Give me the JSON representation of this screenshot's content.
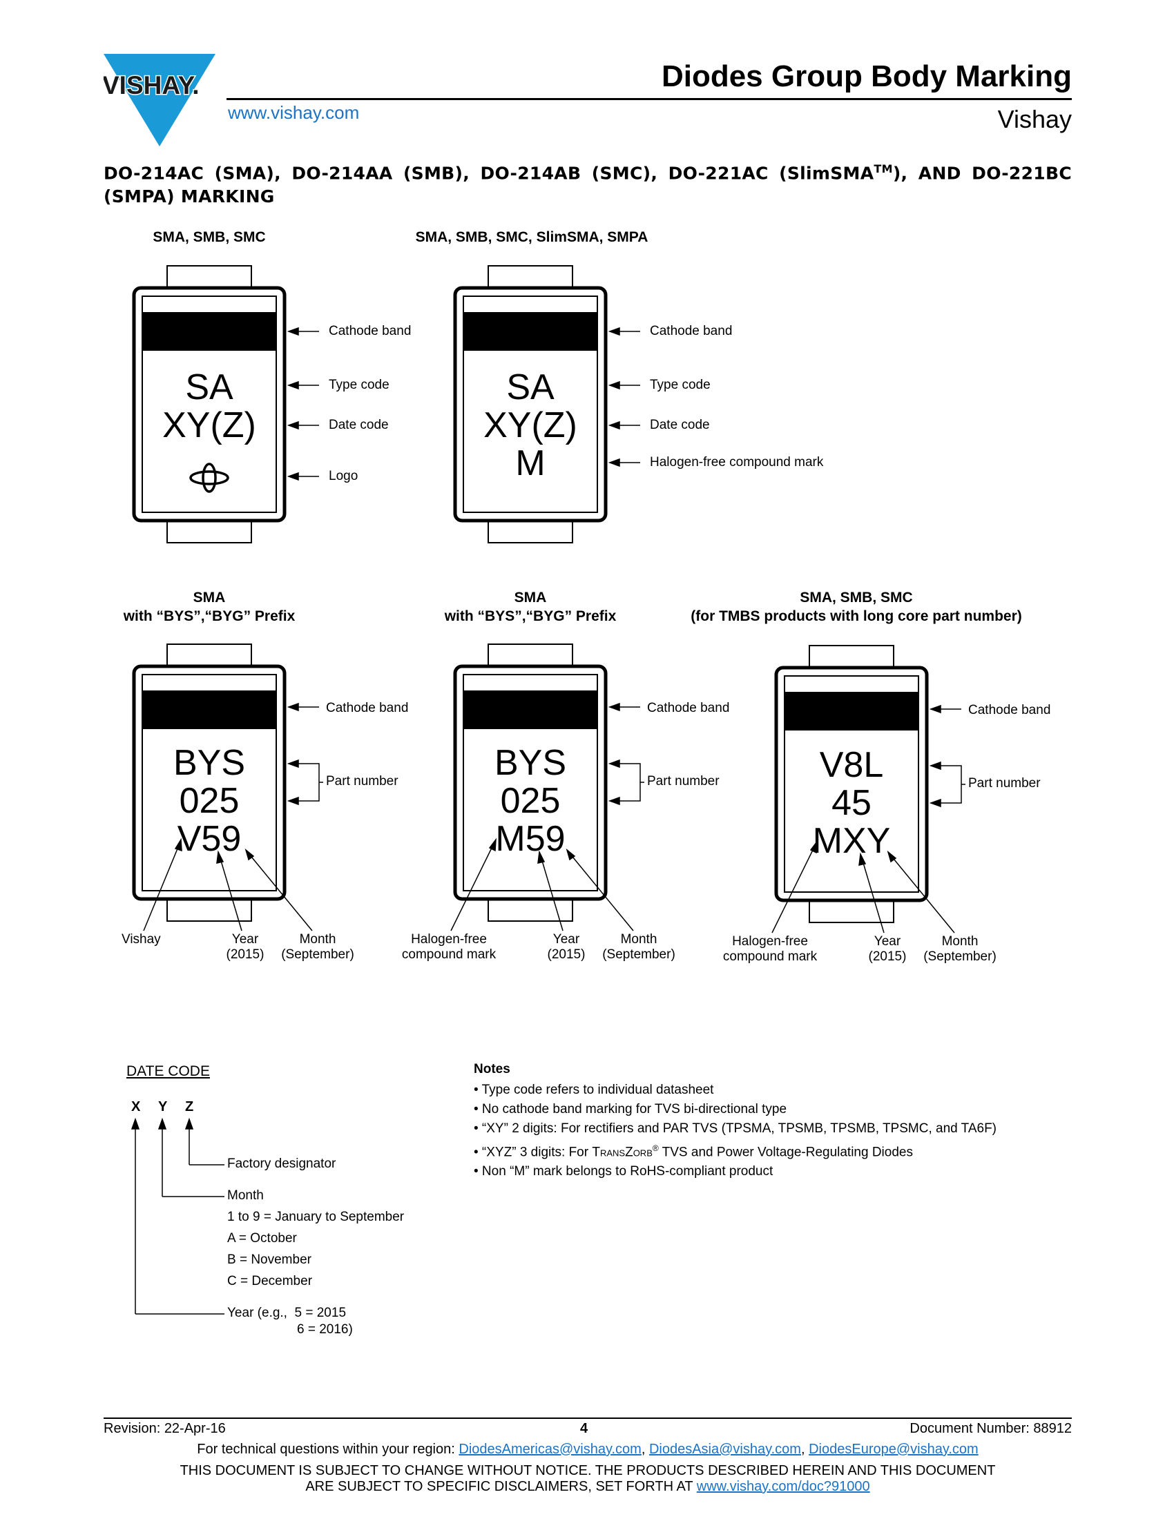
{
  "header": {
    "logo_text": "VISHAY.",
    "url": "www.vishay.com",
    "title": "Diodes Group Body Marking",
    "company": "Vishay"
  },
  "section": {
    "heading_main": "DO-214AC (SMA), DO-214AA (SMB), DO-214AB (SMC), DO-221AC (SlimSMA",
    "heading_sup": "TM",
    "heading_tail": "), AND DO-221BC (SMPA) MARKING"
  },
  "diagrams": {
    "d1": {
      "title": "SMA, SMB, SMC",
      "line1": "SA",
      "line2": "XY(Z)",
      "labels": [
        "Cathode band",
        "Type code",
        "Date code",
        "Logo"
      ]
    },
    "d2": {
      "title": "SMA, SMB, SMC, SlimSMA, SMPA",
      "line1": "SA",
      "line2": "XY(Z)",
      "line3": "M",
      "labels": [
        "Cathode band",
        "Type code",
        "Date code",
        "Halogen-free compound mark"
      ]
    },
    "d3": {
      "title1": "SMA",
      "title2": "with “BYS”,“BYG” Prefix",
      "line1": "BYS",
      "line2": "025",
      "line3": "V59",
      "labels": [
        "Cathode band",
        "Part number"
      ],
      "bottom": [
        "Vishay",
        "Year",
        "(2015)",
        "Month",
        "(September)"
      ]
    },
    "d4": {
      "title1": "SMA",
      "title2": "with “BYS”,“BYG” Prefix",
      "line1": "BYS",
      "line2": "025",
      "line3": "M59",
      "labels": [
        "Cathode band",
        "Part number"
      ],
      "bottom": [
        "Halogen-free",
        "compound mark",
        "Year",
        "(2015)",
        "Month",
        "(September)"
      ]
    },
    "d5": {
      "title1": "SMA, SMB, SMC",
      "title2": "(for TMBS products with long core part number)",
      "line1": "V8L",
      "line2": "45",
      "line3": "MXY",
      "labels": [
        "Cathode band",
        "Part number"
      ],
      "bottom": [
        "Halogen-free",
        "compound mark",
        "Year",
        "(2015)",
        "Month",
        "(September)"
      ]
    }
  },
  "date_code": {
    "title": "DATE CODE",
    "letters": [
      "X",
      "Y",
      "Z"
    ],
    "factory": "Factory designator",
    "month": "Month",
    "month_values": [
      "1 to 9 = January to September",
      "A = October",
      "B = November",
      "C = December"
    ],
    "year": "Year (e.g.,  5 = 2015",
    "year2": "6 = 2016)"
  },
  "notes": {
    "title": "Notes",
    "items": [
      "• Type code refers to individual datasheet",
      "• No cathode band marking for TVS bi-directional type",
      "• “XY” 2 digits: For rectifiers and PAR TVS (TPSMA, TPSMB, TPSMB, TPSMC, and TA6F)",
      "• Non “M” mark belongs to RoHS-compliant product"
    ],
    "xyz_prefix": "• “XYZ” 3 digits: For ",
    "xyz_brand": "TransZorb",
    "xyz_reg": "®",
    "xyz_suffix": " TVS and Power Voltage-Regulating Diodes"
  },
  "footer": {
    "revision": "Revision: 22-Apr-16",
    "page": "4",
    "document_number": "Document Number: 88912",
    "tech_prefix": "For technical questions within your region: ",
    "email_americas": "DiodesAmericas@vishay.com",
    "email_asia": "DiodesAsia@vishay.com",
    "email_europe": "DiodesEurope@vishay.com",
    "sep": ", ",
    "disclaimer1": "THIS DOCUMENT IS SUBJECT TO CHANGE WITHOUT NOTICE. THE PRODUCTS DESCRIBED HEREIN AND THIS DOCUMENT",
    "disclaimer2_prefix": "ARE SUBJECT TO SPECIFIC DISCLAIMERS, SET FORTH AT ",
    "disclaimer_link": "www.vishay.com/doc?91000"
  },
  "colors": {
    "brand_blue": "#1a9ad6",
    "link_blue": "#1a73c6"
  }
}
